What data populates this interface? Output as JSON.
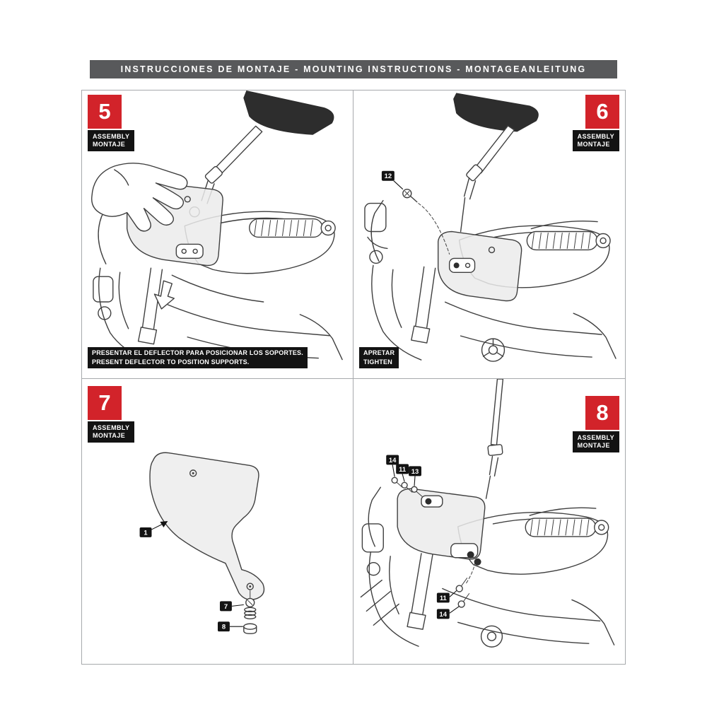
{
  "header": {
    "title": "INSTRUCCIONES DE MONTAJE - MOUNTING INSTRUCTIONS - MONTAGEANLEITUNG"
  },
  "colors": {
    "accent_red": "#d2232a",
    "header_gray": "#58595b",
    "label_black": "#131313"
  },
  "panels": [
    {
      "step": "5",
      "label_line1": "ASSEMBLY",
      "label_line2": "MONTAJE",
      "caption_line1": "PRESENTAR EL DEFLECTOR PARA POSICIONAR LOS SOPORTES.",
      "caption_line2": "PRESENT DEFLECTOR TO POSITION SUPPORTS.",
      "tags": []
    },
    {
      "step": "6",
      "label_line1": "ASSEMBLY",
      "label_line2": "MONTAJE",
      "caption_line1": "APRETAR",
      "caption_line2": "TIGHTEN",
      "tags": [
        {
          "text": "12"
        }
      ]
    },
    {
      "step": "7",
      "label_line1": "ASSEMBLY",
      "label_line2": "MONTAJE",
      "tags": [
        {
          "text": "1"
        },
        {
          "text": "7"
        },
        {
          "text": "8"
        }
      ]
    },
    {
      "step": "8",
      "label_line1": "ASSEMBLY",
      "label_line2": "MONTAJE",
      "tags": [
        {
          "text": "14"
        },
        {
          "text": "11"
        },
        {
          "text": "13"
        },
        {
          "text": "11"
        },
        {
          "text": "14"
        }
      ]
    }
  ]
}
